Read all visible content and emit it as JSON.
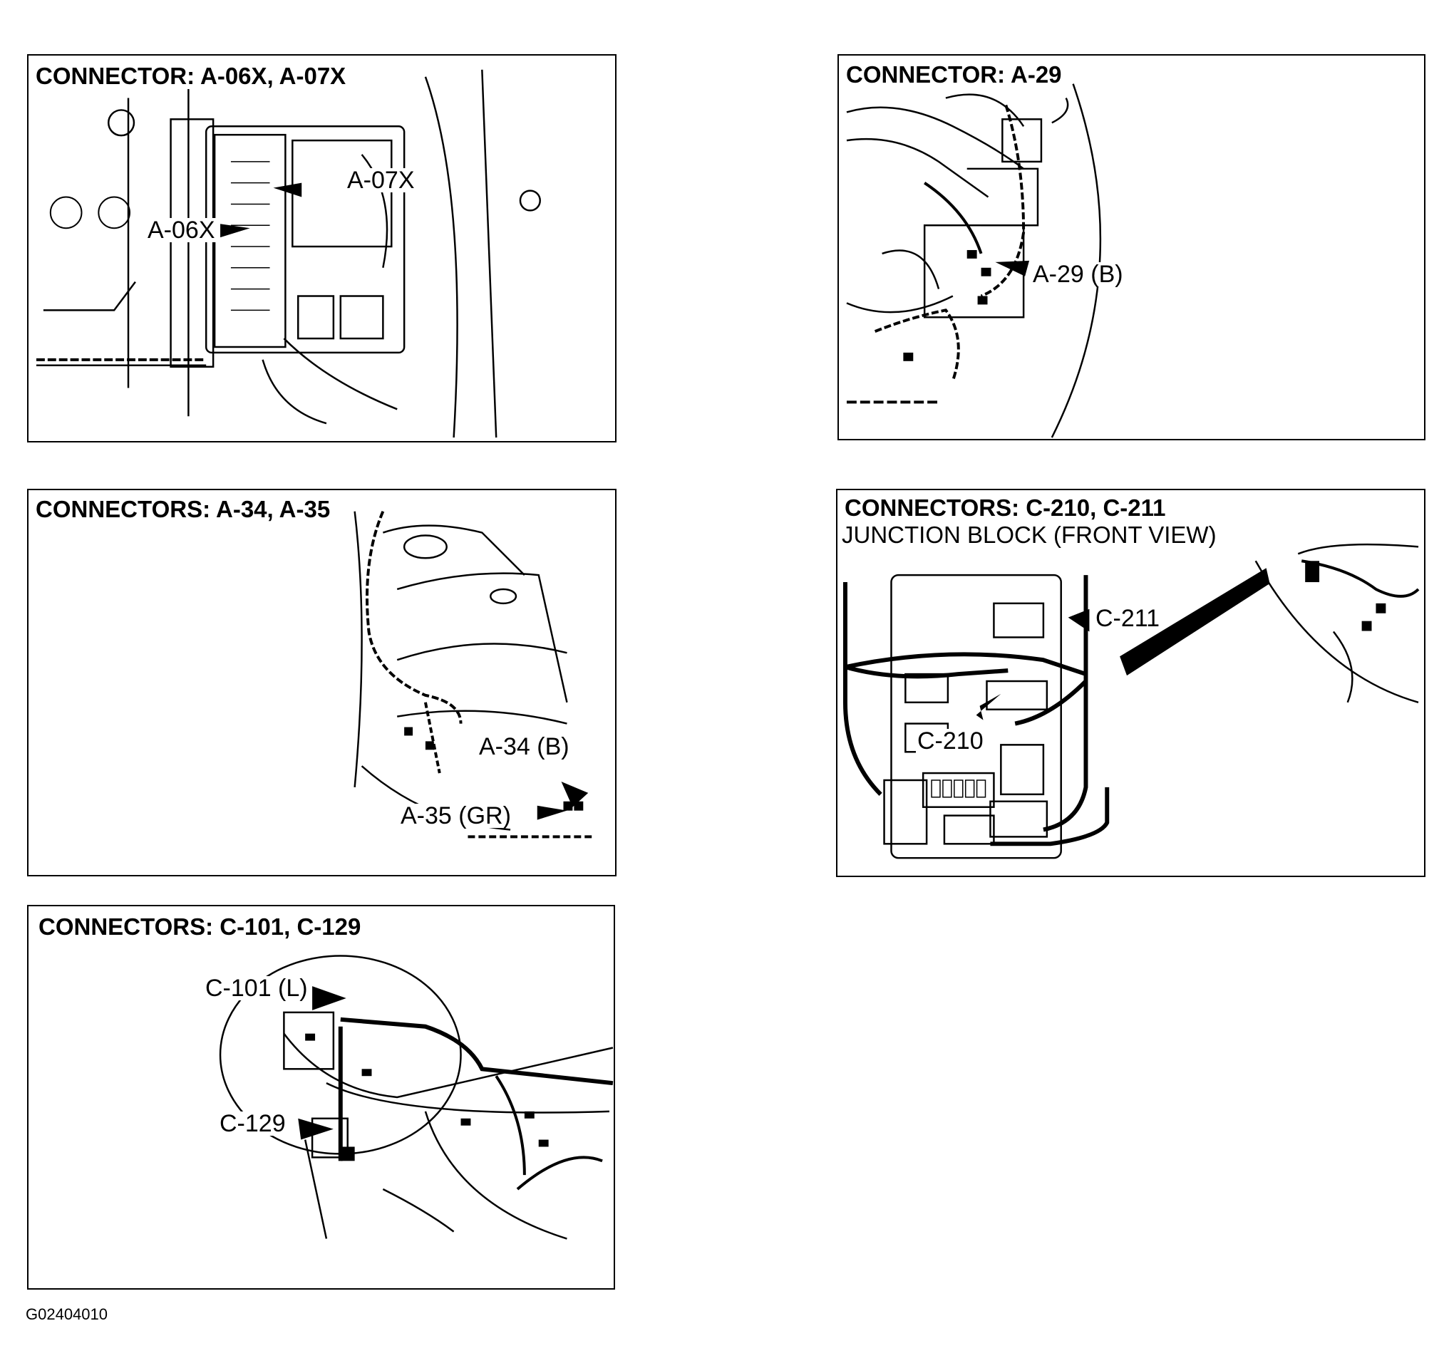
{
  "figure_id": "G02404010",
  "panels": [
    {
      "title": "CONNECTOR: A-06X, A-07X",
      "callouts": [
        "A-07X",
        "A-06X"
      ]
    },
    {
      "title": "CONNECTOR: A-29",
      "callouts": [
        "A-29 (B)"
      ]
    },
    {
      "title": "CONNECTORS: A-34, A-35",
      "callouts": [
        "A-34 (B)",
        "A-35 (GR)"
      ]
    },
    {
      "title": "CONNECTORS: C-210, C-211",
      "subtitle": "JUNCTION BLOCK (FRONT VIEW)",
      "callouts": [
        "C-211",
        "C-210"
      ]
    },
    {
      "title": "CONNECTORS: C-101, C-129",
      "callouts": [
        "C-101 (L)",
        "C-129"
      ]
    }
  ]
}
